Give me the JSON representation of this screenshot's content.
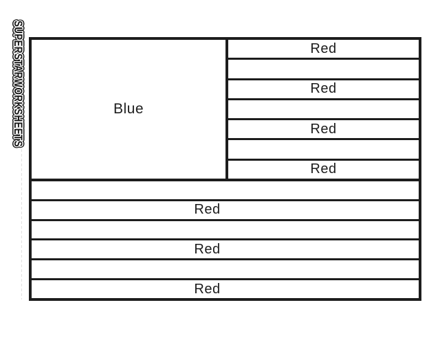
{
  "watermark": {
    "text": "SUPERSTARWORKSHEETS"
  },
  "flag": {
    "canton_label": "Blue",
    "top_stripes": [
      "Red",
      "",
      "Red",
      "",
      "Red",
      "",
      "Red"
    ],
    "bottom_stripes": [
      "",
      "Red",
      "",
      "Red",
      "",
      "Red"
    ]
  },
  "colors": {
    "line": "#1d1d1d",
    "text": "#1c1c1c",
    "background": "#ffffff"
  }
}
